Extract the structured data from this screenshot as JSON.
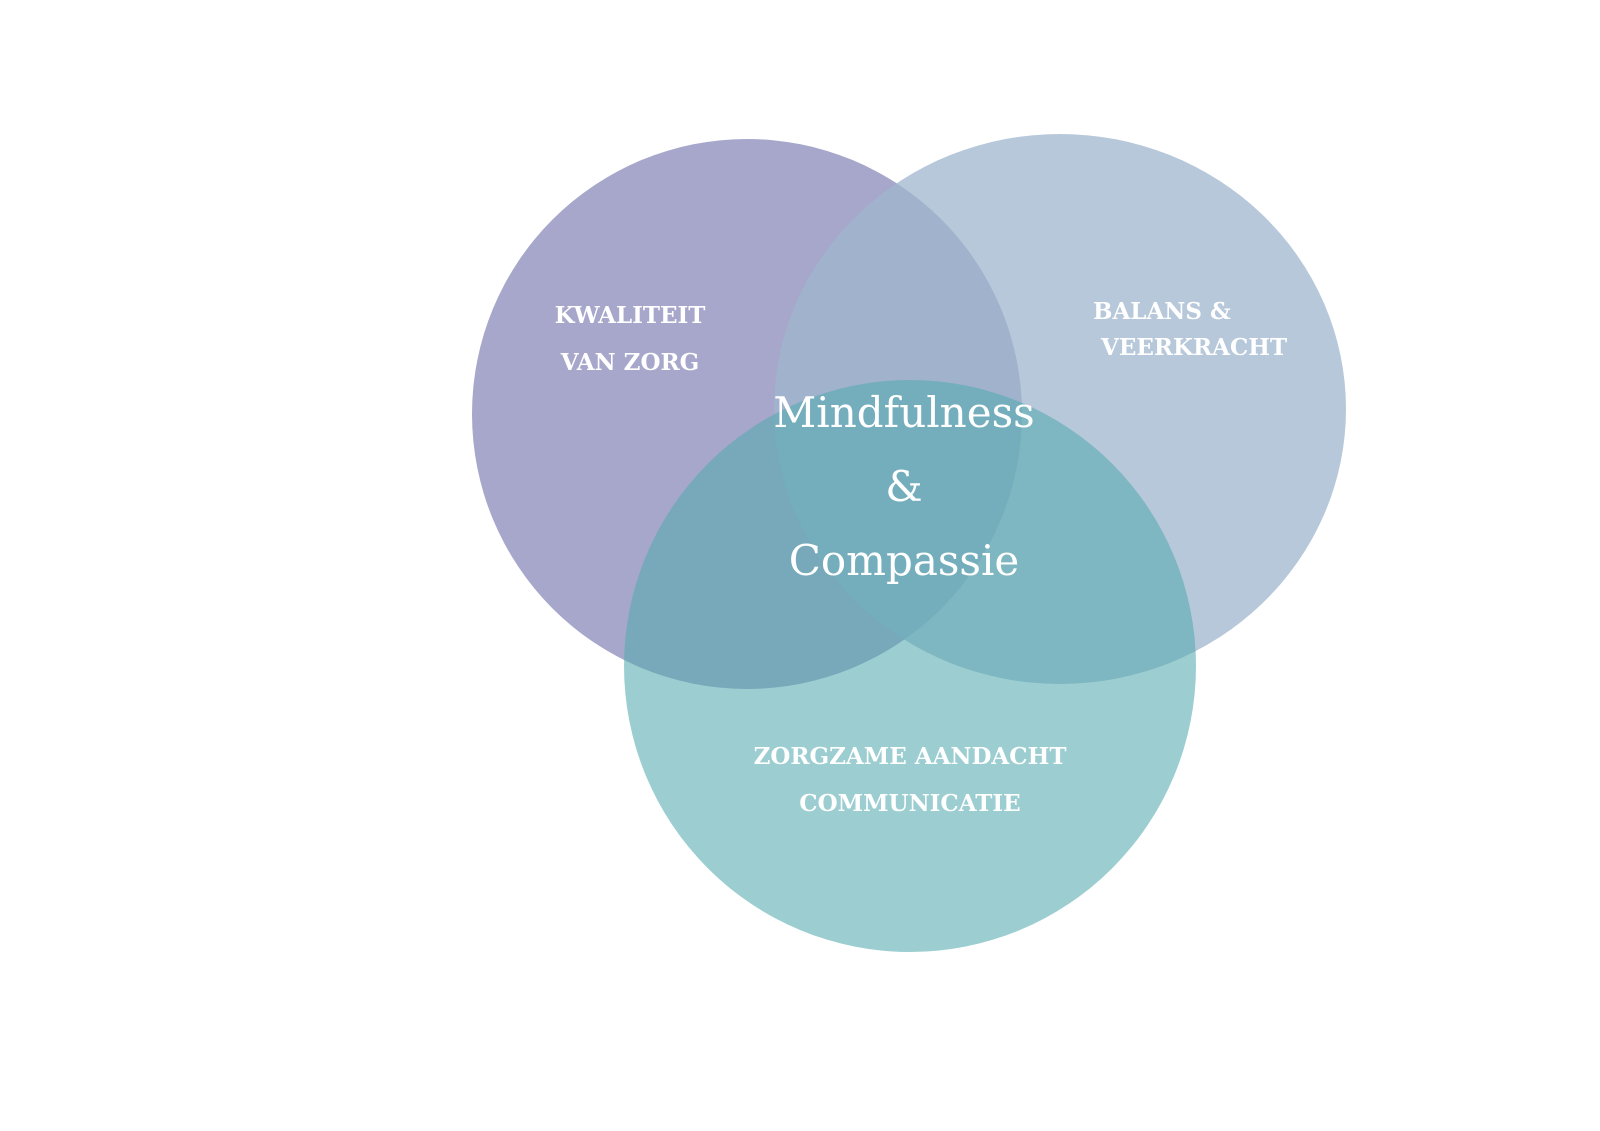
{
  "diagram": {
    "type": "venn-3",
    "circles": [
      {
        "id": "kwaliteit",
        "color": "#7c7db3",
        "label_lines": [
          "KWALITEIT",
          "VAN ZORG"
        ]
      },
      {
        "id": "balans",
        "color": "#9fb5cd",
        "label_lines": [
          "BALANS &",
          "VEERKRACHT"
        ]
      },
      {
        "id": "zorgzame",
        "color": "#55abb0",
        "label_lines": [
          "ZORGZAME AANDACHT",
          "COMMUNICATIE"
        ]
      }
    ],
    "center": {
      "line1": "Mindfulness",
      "line2": "&",
      "line3": "Compassie"
    }
  }
}
